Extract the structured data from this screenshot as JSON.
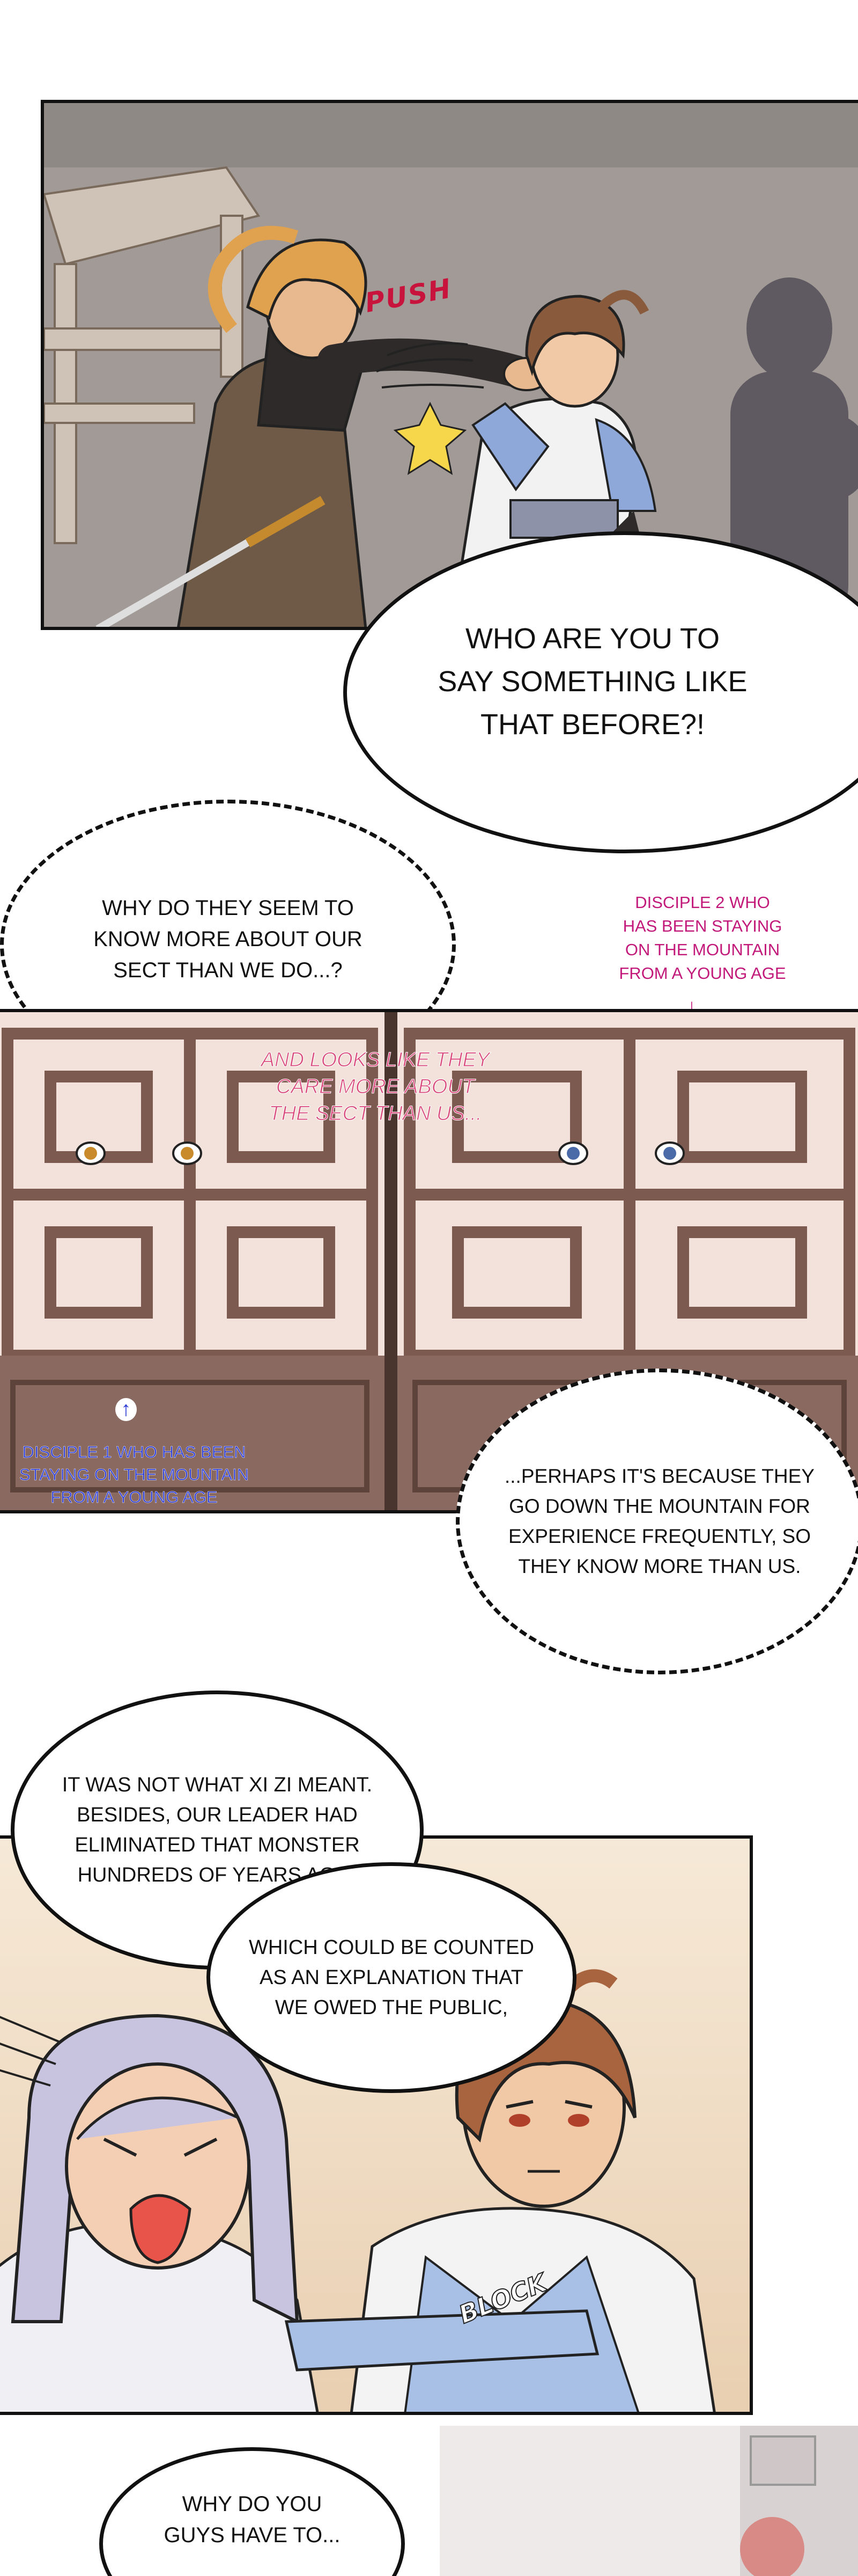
{
  "panels": {
    "p1": {
      "sfx": "PUSH"
    },
    "p2": {
      "bubble_sect": "WHY DO THEY SEEM TO\nKNOW MORE ABOUT OUR\nSECT THAN WE DO...?",
      "caption_disciple2": "DISCIPLE 2 WHO\nHAS BEEN STAYING\nON THE MOUNTAIN\nFROM A YOUNG AGE",
      "pink_text": "AND LOOKS LIKE THEY\nCARE MORE ABOUT\nTHE SECT THAN US...",
      "caption_disciple1": "DISCIPLE 1 WHO HAS BEEN\nSTAYING ON THE MOUNTAIN\nFROM A YOUNG AGE",
      "bubble_perhaps": "...PERHAPS IT'S BECAUSE THEY\nGO DOWN THE MOUNTAIN FOR\nEXPERIENCE FREQUENTLY, SO\nTHEY KNOW MORE THAN US."
    },
    "p3": {
      "bubble_xizi": "IT WAS NOT WHAT XI ZI MEANT.\nBESIDES, OUR LEADER HAD\nELIMINATED THAT MONSTER\nHUNDREDS OF YEARS AGO,",
      "bubble_explanation": "WHICH COULD BE COUNTED\nAS AN EXPLANATION THAT\nWE OWED THE PUBLIC,",
      "sfx": "BLOCK"
    },
    "p4": {
      "bubble_why": "WHY DO YOU\nGUYS HAVE TO..."
    }
  },
  "bubbles": {
    "who_are_you": "WHO ARE YOU TO\nSAY SOMETHING LIKE\nTHAT BEFORE?!"
  },
  "colors": {
    "ink": "#111111",
    "caption_blue": "#2b3bd6",
    "caption_magenta": "#c2187a",
    "pink_text": "#d8487a",
    "sfx_red": "#c8143c",
    "stone_floor": "#a19a96",
    "lattice_wood": "#7c5a4f",
    "screen_light": "#f3e2dc"
  }
}
